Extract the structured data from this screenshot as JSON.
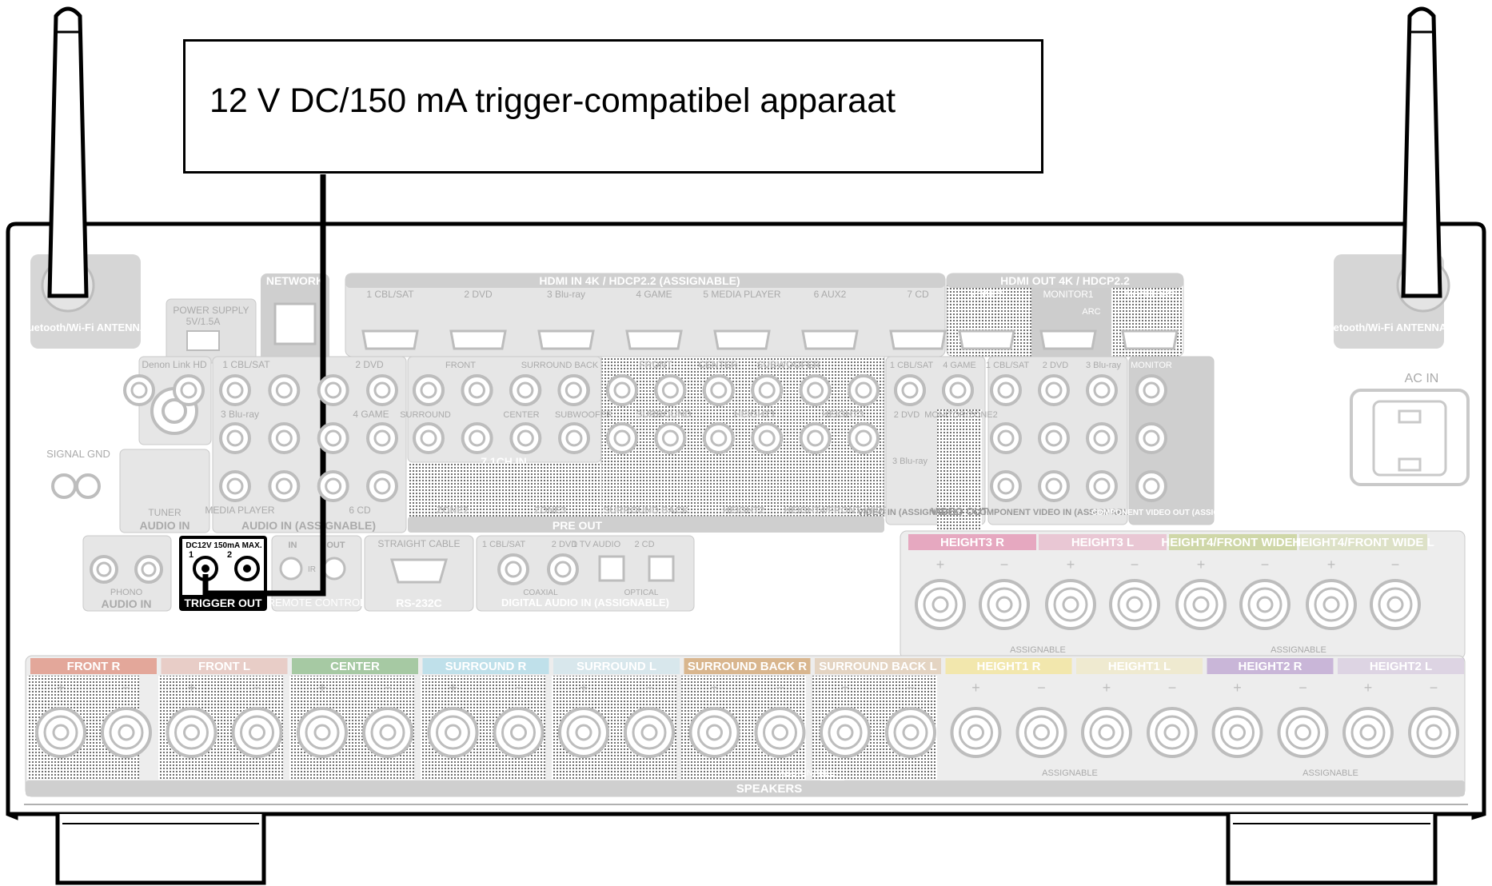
{
  "callout": {
    "device_label": "12 V DC/150 mA trigger-compatibel apparaat"
  },
  "antenna_labels": {
    "left": "Bluetooth/Wi-Fi ANTENNA",
    "right": "Bluetooth/Wi-Fi ANTENNA"
  },
  "top_row": {
    "network": "NETWORK",
    "power_supply": "POWER SUPPLY",
    "power_rating": "5V/1.5A",
    "hdmi_in_header": "HDMI IN 4K / HDCP2.2 (ASSIGNABLE)",
    "hdmi_in_ports": [
      "1 CBL/SAT",
      "2 DVD",
      "3 Blu-ray",
      "4 GAME",
      "5 MEDIA PLAYER",
      "6 AUX2",
      "7 CD"
    ],
    "hdmi_out_header": "HDMI OUT 4K / HDCP2.2",
    "hdmi_out_ports": [
      "ZONE2",
      "MONITOR1",
      "MONITOR2"
    ],
    "arc": "ARC"
  },
  "middle": {
    "denon_link": "Denon Link HD",
    "signal_gnd": "SIGNAL GND",
    "tuner": "TUNER",
    "audio_in": "AUDIO IN",
    "audio_in_assignable": "AUDIO IN (ASSIGNABLE)",
    "audio_ports": [
      "1 CBL/SAT",
      "2 DVD",
      "3 Blu-ray",
      "4 GAME",
      "MEDIA PLAYER",
      "6 CD"
    ],
    "ch71_in": "7.1CH IN",
    "ch71_labels": [
      "FRONT",
      "SURROUND BACK",
      "SURROUND",
      "CENTER",
      "SUBWOOFER"
    ],
    "pre_out": "PRE OUT",
    "pre_out_labels": [
      "FRONT",
      "CENTER",
      "SUBWOOFER",
      "SURROUND",
      "HEIGHT1",
      "HEIGHT3",
      "ZONE2",
      "ZONE3",
      "SURROUND BACK",
      "HEIGHT2",
      "HEIGHT4/FRONT WIDE"
    ],
    "video_in": "VIDEO IN (ASSIGNABLE)",
    "video_out": "VIDEO OUT",
    "video_ports": [
      "1 CBL/SAT",
      "4 GAME",
      "2 DVD",
      "3 Blu-ray",
      "MONITOR/ZONE2"
    ],
    "component_in": "COMPONENT VIDEO IN (ASSIGNABLE)",
    "component_ports": [
      "1 CBL/SAT",
      "2 DVD",
      "3 Blu-ray"
    ],
    "component_out": "COMPONENT VIDEO OUT (ASSIGNABLE)",
    "monitor": "MONITOR",
    "ac_in": "AC IN"
  },
  "lower_row": {
    "phono": "PHONO",
    "audio_in": "AUDIO IN",
    "trigger_spec": "DC12V 150mA MAX.",
    "trigger_jacks": [
      "1",
      "2"
    ],
    "trigger_out": "TRIGGER OUT",
    "remote_in": "IN",
    "remote_out": "OUT",
    "remote_ir": "IR",
    "remote_control": "REMOTE CONTROL",
    "straight_cable": "STRAIGHT CABLE",
    "rs232c": "RS-232C",
    "digital_ports": [
      "1 CBL/SAT",
      "2 DVD",
      "1 TV AUDIO",
      "2 CD"
    ],
    "coaxial": "COAXIAL",
    "optical": "OPTICAL",
    "digital_audio": "DIGITAL AUDIO IN (ASSIGNABLE)"
  },
  "upper_speakers": {
    "labels": [
      "HEIGHT3 R",
      "HEIGHT3 L",
      "HEIGHT4/FRONT WIDE R",
      "HEIGHT4/FRONT WIDE L"
    ],
    "assignable": "ASSIGNABLE"
  },
  "lower_speakers": {
    "labels": [
      "FRONT R",
      "FRONT L",
      "CENTER",
      "SURROUND R",
      "SURROUND L",
      "SURROUND BACK R",
      "SURROUND BACK L",
      "HEIGHT1 R",
      "HEIGHT1 L",
      "HEIGHT2 R",
      "HEIGHT2 L"
    ],
    "assignable": "ASSIGNABLE",
    "speakers": "SPEAKERS"
  },
  "colors": {
    "panel_gray": "#c8c8c8",
    "label_bar_gray": "#b4b4b4",
    "front": "#e3a79a",
    "center": "#a6c9a3",
    "surround": "#bfe0ea",
    "surround_back": "#d9b68e",
    "height1": "#f2e7ad",
    "height2": "#c9b6d8",
    "height3": "#e6a8c0",
    "height4": "#cfd7a8",
    "cable": "#000000"
  }
}
